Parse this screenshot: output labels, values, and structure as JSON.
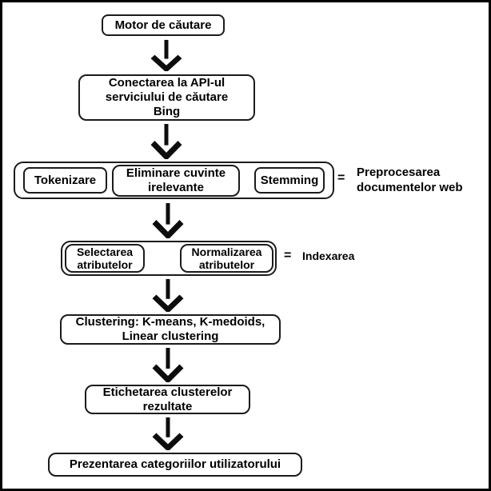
{
  "frame": {
    "background_color": "#ffffff",
    "border_color": "#000000",
    "box_border_color": "#1b1b1b",
    "arrow_color": "#0d0d0d"
  },
  "flow": {
    "search_engine": {
      "label": "Motor de căutare"
    },
    "api_connection": {
      "lines": [
        "Conectarea la API-ul",
        "serviciului de căutare",
        "Bing"
      ]
    },
    "preprocessing_group": {
      "tokenization": {
        "label": "Tokenizare"
      },
      "stopword_removal": {
        "lines": [
          "Eliminare cuvinte",
          "irelevante"
        ]
      },
      "stemming": {
        "label": "Stemming"
      },
      "equals_sign": "=",
      "annotation": {
        "lines": [
          "Preprocesarea",
          "documentelor web"
        ]
      }
    },
    "indexing_group": {
      "attribute_selection": {
        "lines": [
          "Selectarea",
          "atributelor"
        ]
      },
      "attribute_normalization": {
        "lines": [
          "Normalizarea",
          "atributelor"
        ]
      },
      "equals_sign": "=",
      "annotation": {
        "label": "Indexarea"
      }
    },
    "clustering": {
      "lines": [
        "Clustering: K-means, K-medoids,",
        "Linear clustering"
      ]
    },
    "cluster_labeling": {
      "lines": [
        "Etichetarea clusterelor",
        "rezultate"
      ]
    },
    "presentation": {
      "label": "Prezentarea categoriilor utilizatorului"
    }
  }
}
